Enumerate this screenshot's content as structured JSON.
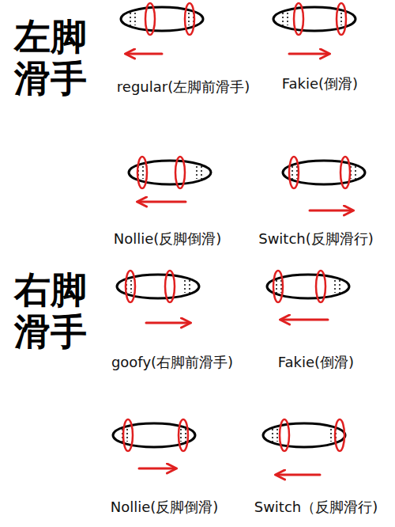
{
  "diagram": {
    "labels": [
      "左脚滑手",
      "regular(左脚前滑手)",
      "Fakie(倒滑)",
      "Nollie(反脚倒滑)",
      "Switch(反脚滑行)",
      "右脚滑手",
      "goofy(右脚前滑手)",
      "Fakie(倒滑)",
      "Nollie(反脚倒滑)",
      "Switch（反脚滑行)"
    ]
  }
}
